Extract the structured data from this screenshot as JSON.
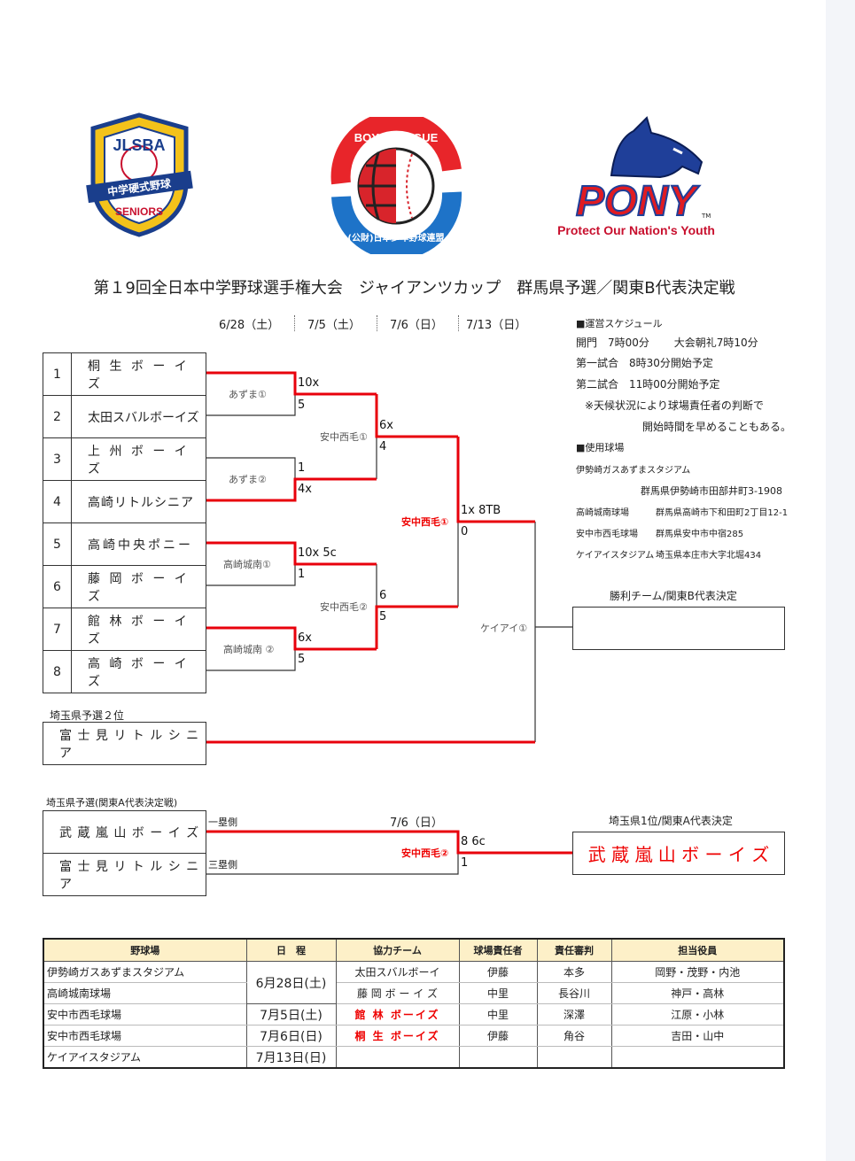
{
  "logos": {
    "jlsba": {
      "top": "JLSBA",
      "band": "中学硬式野球",
      "bottom": "SENIORS"
    },
    "boys": {
      "top": "BOYS LEAGUE",
      "bottom": "(公財)日本少年野球連盟"
    },
    "pony": {
      "name": "PONY",
      "tm": "TM",
      "tagline": "Protect Our Nation's Youth"
    }
  },
  "title": "第１9回全日本中学野球選手権大会　ジャイアンツカップ　群馬県予選／関東B代表決定戦",
  "dates": [
    "6/28（土）",
    "7/5（土）",
    "7/6（日）",
    "7/13（日）"
  ],
  "teams": [
    {
      "num": "1",
      "name": "桐 生 ボ ー イ ズ"
    },
    {
      "num": "2",
      "name": "太田スバルボーイズ"
    },
    {
      "num": "3",
      "name": "上 州 ボ ー イ ズ"
    },
    {
      "num": "4",
      "name": "高崎リトルシニア"
    },
    {
      "num": "5",
      "name": "高崎中央ポニー"
    },
    {
      "num": "6",
      "name": "藤 岡 ボ ー イ ズ"
    },
    {
      "num": "7",
      "name": "館 林 ボ ー イ ズ"
    },
    {
      "num": "8",
      "name": "高 崎 ボ ー イ ズ"
    }
  ],
  "venues": {
    "g1": "あずま①",
    "g2": "あずま②",
    "g3": "高崎城南①",
    "g4": "高崎城南 ②",
    "q1": "安中西毛①",
    "q2": "安中西毛②",
    "semi": "安中西毛①",
    "final": "ケイアイ①",
    "a_final": "安中西毛②"
  },
  "scores": {
    "g1_top": "10x",
    "g1_bot": "5",
    "g2_top": "1",
    "g2_bot": "4x",
    "g3_top": "10x 5c",
    "g3_bot": "1",
    "g4_top": "6x",
    "g4_bot": "5",
    "q1_top": "6x",
    "q1_bot": "4",
    "q2_top": "6",
    "q2_bot": "5",
    "semi_top": "1x 8TB",
    "semi_bot": "0",
    "a_top": "8 6c",
    "a_bot": "1"
  },
  "schedule": {
    "heading": "■運営スケジュール",
    "open": "開門　7時00分　　 大会朝礼7時10分",
    "game1": "第一試合　8時30分開始予定",
    "game2": "第二試合　11時00分開始予定",
    "note1": "※天候状況により球場責任者の判断で",
    "note2": "開始時間を早めることもある。",
    "venues_heading": "■使用球場",
    "venue1": "伊勢崎ガスあずまスタジアム",
    "venue1_addr": "群馬県伊勢崎市田部井町3-1908",
    "venue2": "高崎城南球場",
    "venue2_addr": "群馬県高崎市下和田町2丁目12-1",
    "venue3": "安中市西毛球場",
    "venue3_addr": "群馬県安中市中宿285",
    "venue4": "ケイアイスタジアム",
    "venue4_addr": "埼玉県本庄市大字北堀434"
  },
  "winner_b_label": "勝利チーム/関東B代表決定",
  "saitama2": {
    "label": "埼玉県予選２位",
    "team": "富 士 見 リ ト ル シ ニ ア"
  },
  "saitama_a": {
    "label": "埼玉県予選(関東A代表決定戦)",
    "team1": "武 蔵 嵐 山 ボ ー イ ズ",
    "team2": "富 士 見 リ ト ル シ ニ ア",
    "side1": "一塁側",
    "side2": "三塁側",
    "date": "7/6（日）",
    "winner_label": "埼玉県1位/関東A代表決定",
    "winner": "武 蔵 嵐 山 ボ ー イ ズ"
  },
  "table": {
    "headers": [
      "野球場",
      "日　程",
      "協力チーム",
      "球場責任者",
      "責任審判",
      "担当役員"
    ],
    "rows": [
      {
        "venue": "伊勢崎ガスあずまスタジアム",
        "date": "6月28日(土)",
        "team": "太田スバルボーイ",
        "manager": "伊藤",
        "umpire": "本多",
        "officers": "岡野・茂野・内池"
      },
      {
        "venue": "高崎城南球場",
        "team": "藤 岡 ボ ー イ ズ",
        "manager": "中里",
        "umpire": "長谷川",
        "officers": "神戸・高林"
      },
      {
        "venue": "安中市西毛球場",
        "date": "7月5日(土)",
        "team": "館 林 ボーイズ",
        "manager": "中里",
        "umpire": "深澤",
        "officers": "江原・小林"
      },
      {
        "venue": "安中市西毛球場",
        "date": "7月6日(日)",
        "team": "桐 生 ボーイズ",
        "manager": "伊藤",
        "umpire": "角谷",
        "officers": "吉田・山中"
      },
      {
        "venue": "ケイアイスタジアム",
        "date": "7月13日(日)"
      }
    ]
  },
  "colors": {
    "win_line": "#e8000b",
    "header_bg": "#fdf0c8"
  }
}
